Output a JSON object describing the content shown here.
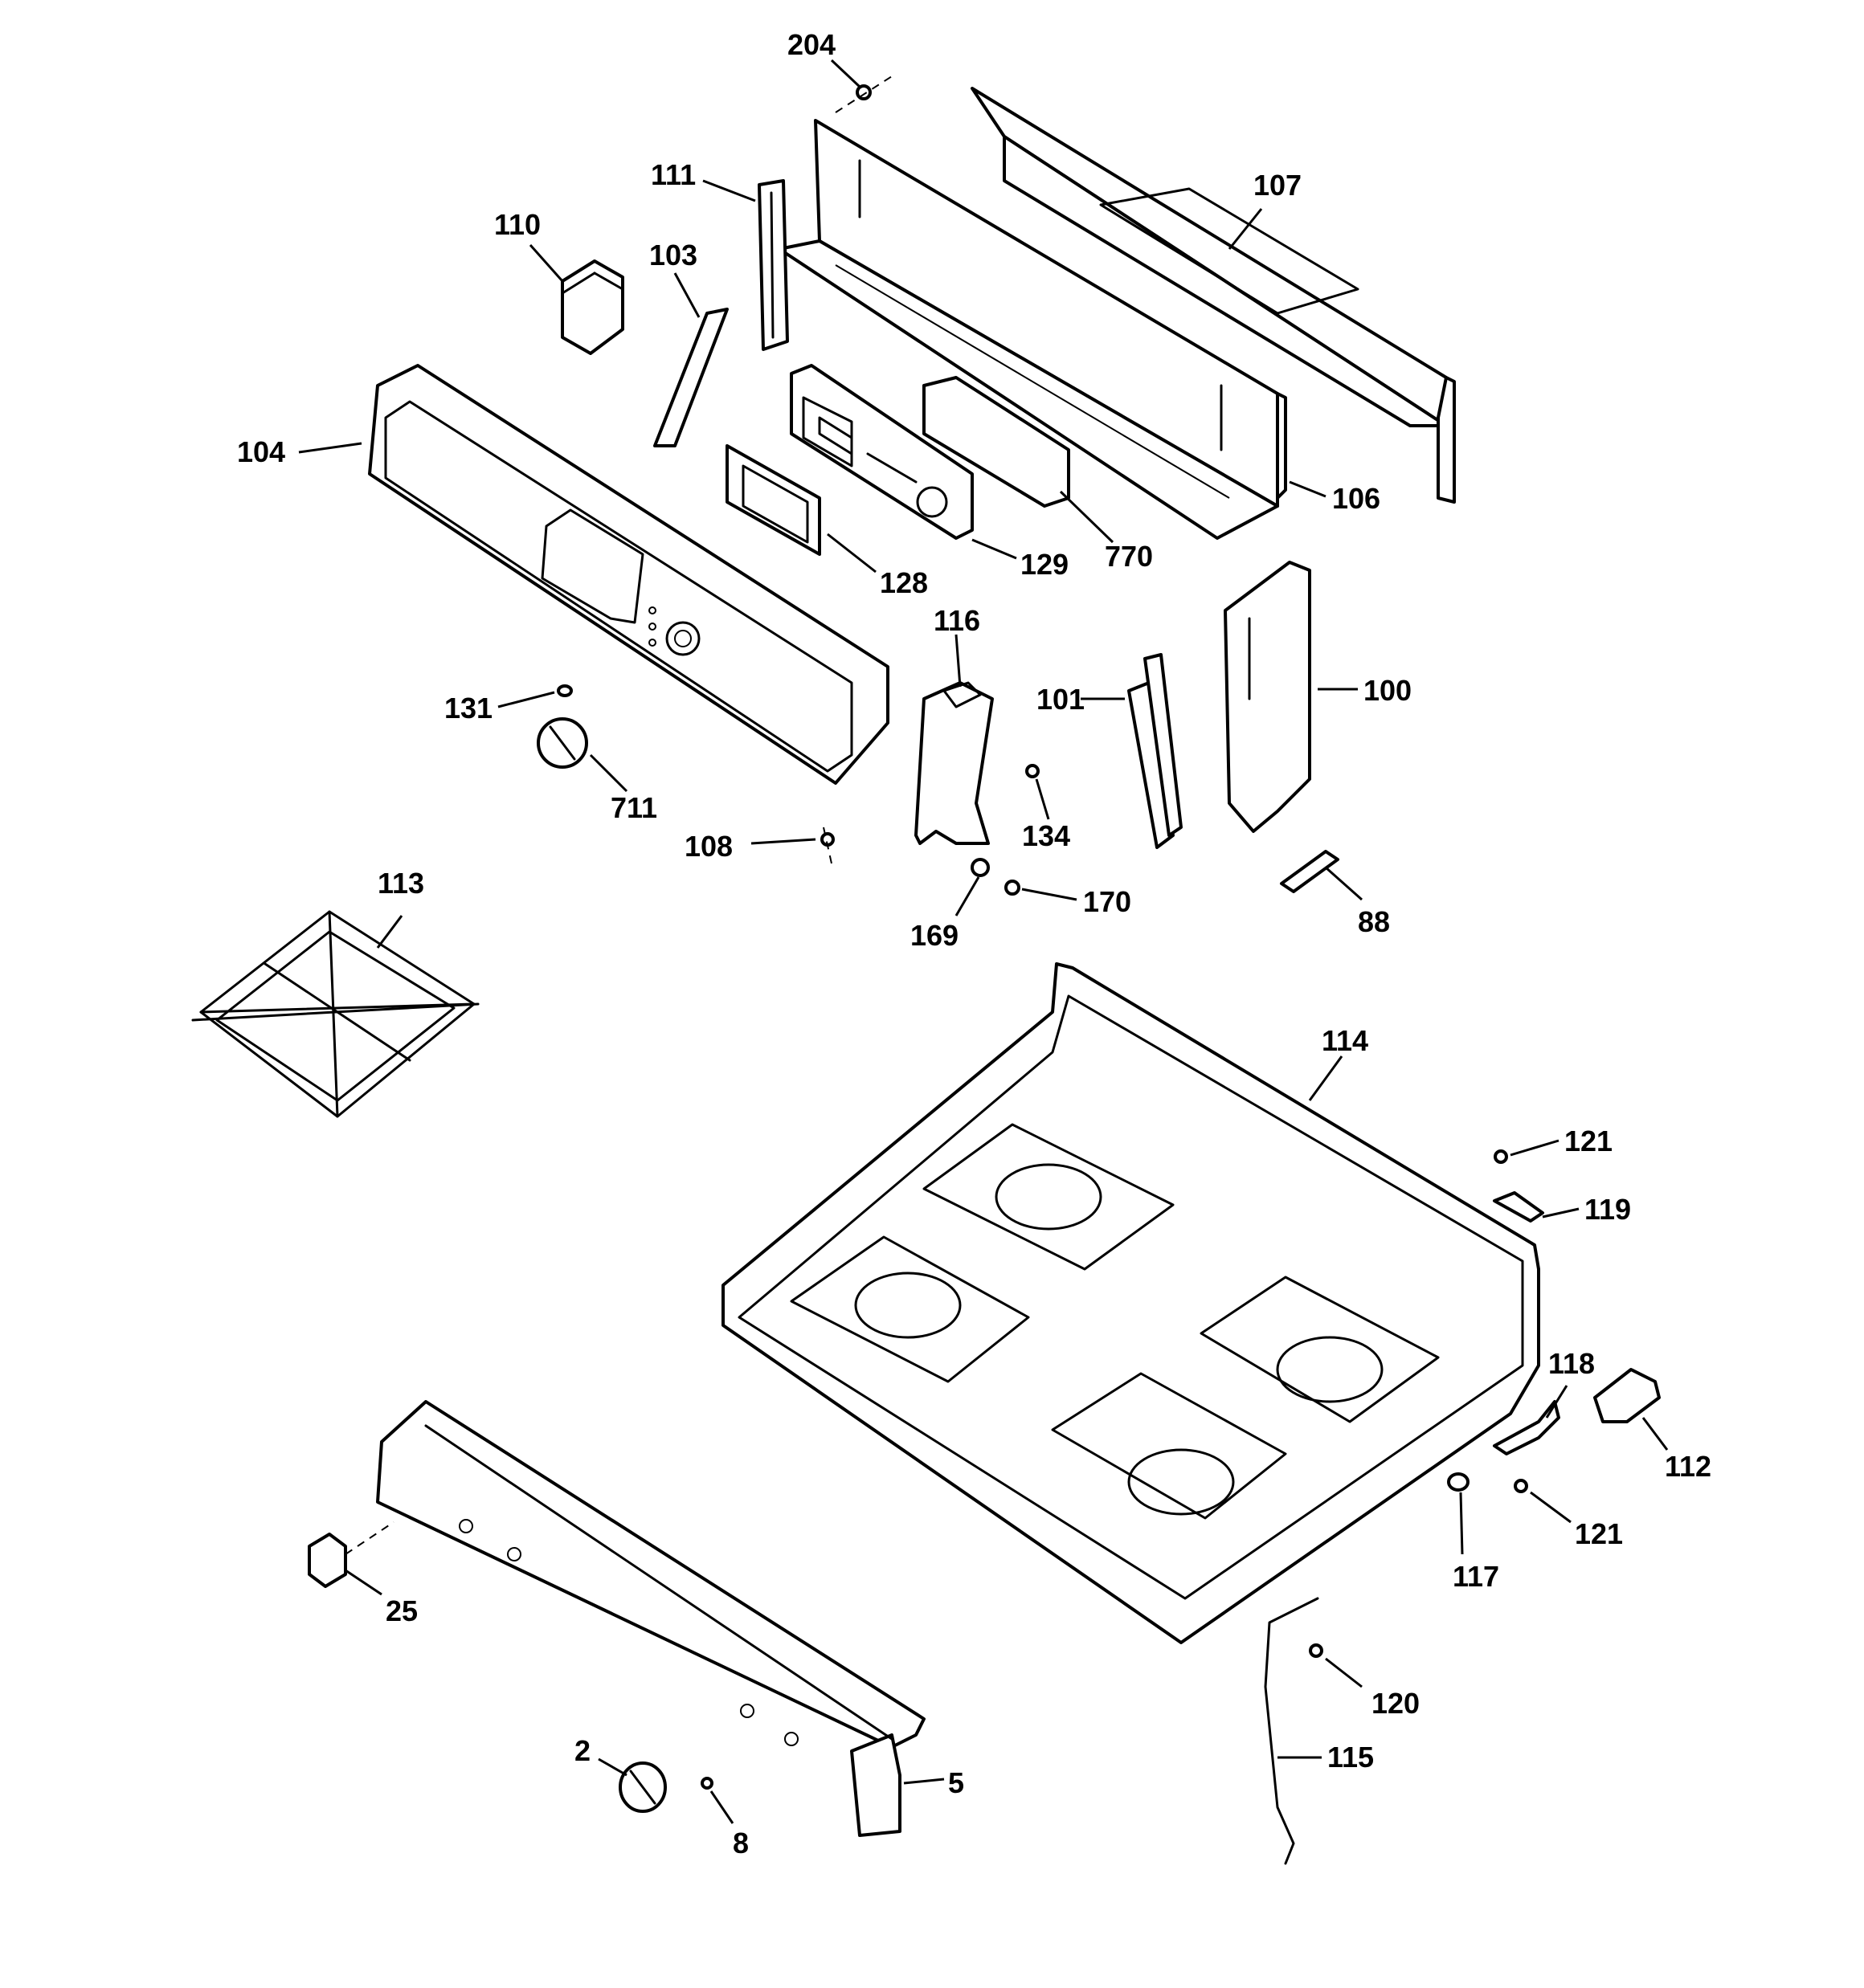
{
  "diagram": {
    "callouts": [
      "204",
      "111",
      "107",
      "110",
      "103",
      "104",
      "106",
      "128",
      "129",
      "770",
      "116",
      "101",
      "100",
      "131",
      "711",
      "134",
      "108",
      "169",
      "170",
      "88",
      "113",
      "114",
      "121",
      "119",
      "118",
      "112",
      "117",
      "25",
      "120",
      "115",
      "2",
      "5",
      "8",
      "121"
    ]
  }
}
